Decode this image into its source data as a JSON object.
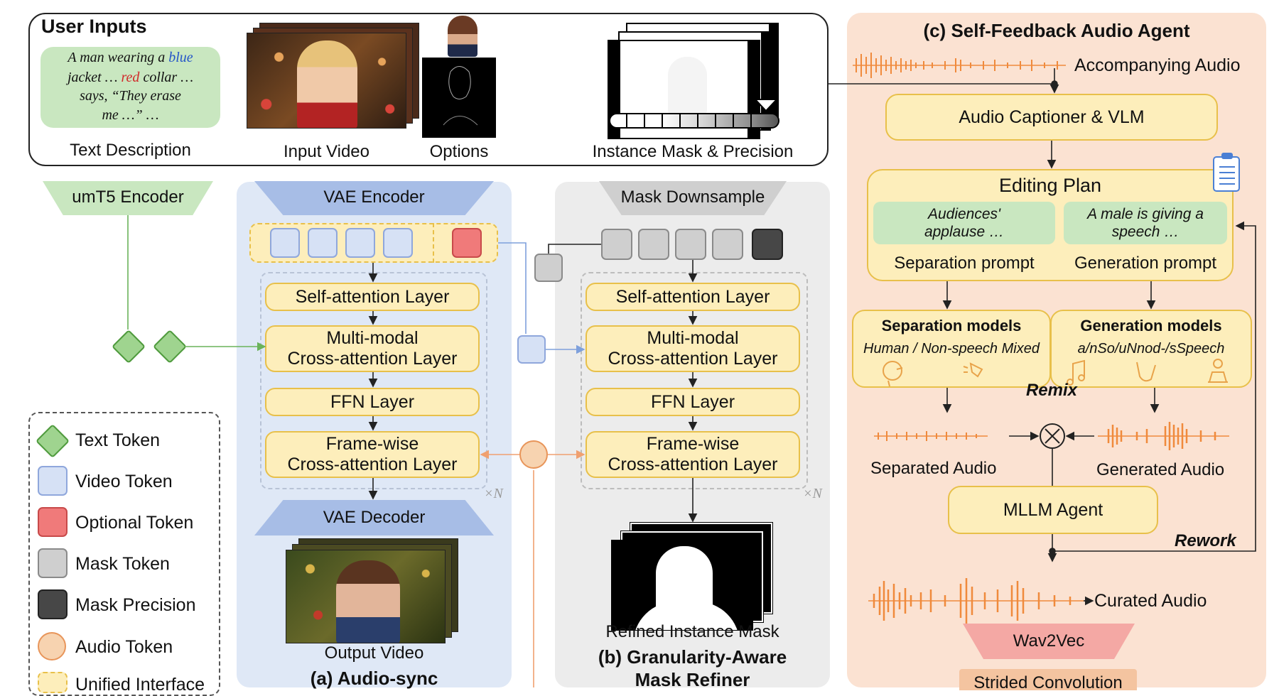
{
  "user_inputs": {
    "title": "User Inputs",
    "text_desc": {
      "line1_a": "A man  wearing a ",
      "line1_b": "blue",
      "line2_a": "jacket … ",
      "line2_b": "red",
      "line2_c": " collar …",
      "line3": "says, “They erase",
      "line4": "me …” …"
    },
    "text_desc_label": "Text Description",
    "input_video_label": "Input Video",
    "options_label": "Options",
    "instance_mask_label": "Instance Mask & Precision"
  },
  "encoders": {
    "umt5": "umT5 Encoder",
    "vae_encoder": "VAE Encoder",
    "vae_decoder": "VAE Decoder",
    "mask_downsample": "Mask Downsample"
  },
  "panel_a": {
    "self_attn": "Self-attention Layer",
    "mm_cross_1": "Multi-modal",
    "mm_cross_2": "Cross-attention Layer",
    "ffn": "FFN Layer",
    "fw_cross_1": "Frame-wise",
    "fw_cross_2": "Cross-attention Layer",
    "repeat": "×N",
    "output_label": "Output Video",
    "caption": "(a) Audio-sync"
  },
  "panel_b": {
    "self_attn": "Self-attention Layer",
    "mm_cross_1": "Multi-modal",
    "mm_cross_2": "Cross-attention Layer",
    "ffn": "FFN Layer",
    "fw_cross_1": "Frame-wise",
    "fw_cross_2": "Cross-attention Layer",
    "repeat": "×N",
    "refined_label": "Refined Instance Mask",
    "caption_1": "(b) Granularity-Aware",
    "caption_2": "Mask Refiner"
  },
  "legend": {
    "items": [
      {
        "label": "Text Token"
      },
      {
        "label": "Video Token"
      },
      {
        "label": "Optional Token"
      },
      {
        "label": "Mask Token"
      },
      {
        "label": "Mask Precision"
      },
      {
        "label": "Audio Token"
      },
      {
        "label": "Unified Interface"
      }
    ]
  },
  "panel_c": {
    "title": "(c)  Self-Feedback Audio Agent",
    "accompanying": "Accompanying Audio",
    "captioner": "Audio Captioner & VLM",
    "editing_plan": "Editing Plan",
    "sep_text_1": "Audiences'",
    "sep_text_2": "applause …",
    "gen_text_1": "A male is giving a",
    "gen_text_2": "speech …",
    "sep_prompt": "Separation prompt",
    "gen_prompt": "Generation prompt",
    "sep_models": "Separation models",
    "sep_sub": "Human / Non-speech  Mixed",
    "gen_models": "Generation models",
    "gen_sub": "a/nSo/uNnod-/sSpeech",
    "remix": "Remix",
    "separated": "Separated Audio",
    "generated": "Generated Audio",
    "mllm": "MLLM Agent",
    "rework": "Rework",
    "curated": "Curated Audio",
    "wav2vec": "Wav2Vec",
    "strided": "Strided Convolution"
  },
  "colors": {
    "green_token": "#9fd48f",
    "video_token": "#d6e1f5",
    "optional_token": "#f07a7a",
    "mask_token": "#cfcfcf",
    "mask_precision": "#474747",
    "audio_token": "#f7d3b0",
    "unified": "#fdeebb",
    "panel_a_bg": "#dfe8f6",
    "panel_b_bg": "#ececec",
    "panel_c_bg": "#fbe2d2",
    "waveform": "#f08a3c"
  }
}
